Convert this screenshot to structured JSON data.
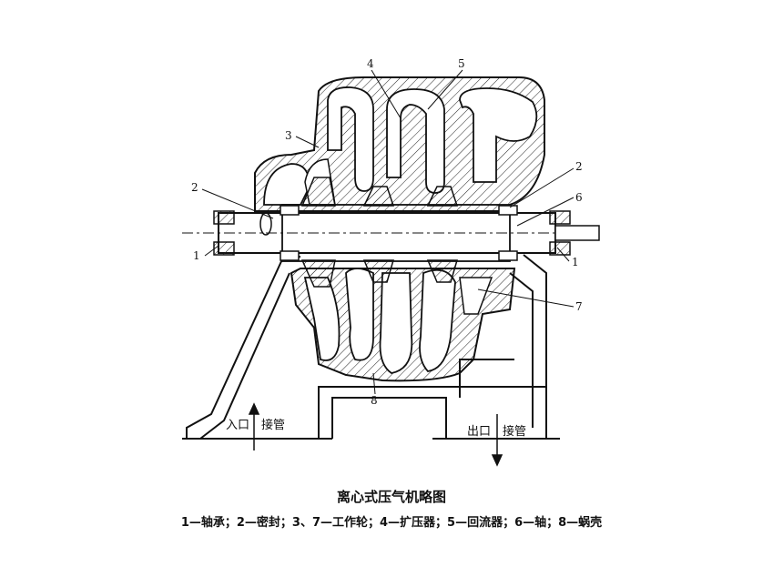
{
  "diagram": {
    "callouts": [
      "1",
      "1",
      "2",
      "2",
      "3",
      "4",
      "5",
      "6",
      "7",
      "8"
    ],
    "inlet_left": "入口",
    "inlet_right": "接管",
    "outlet_left": "出口",
    "outlet_right": "接管"
  },
  "caption": {
    "title": "离心式压气机略图",
    "legend": "1—轴承；2—密封；3、7—工作轮；4—扩压器；5—回流器；6—轴；8—蜗壳"
  }
}
